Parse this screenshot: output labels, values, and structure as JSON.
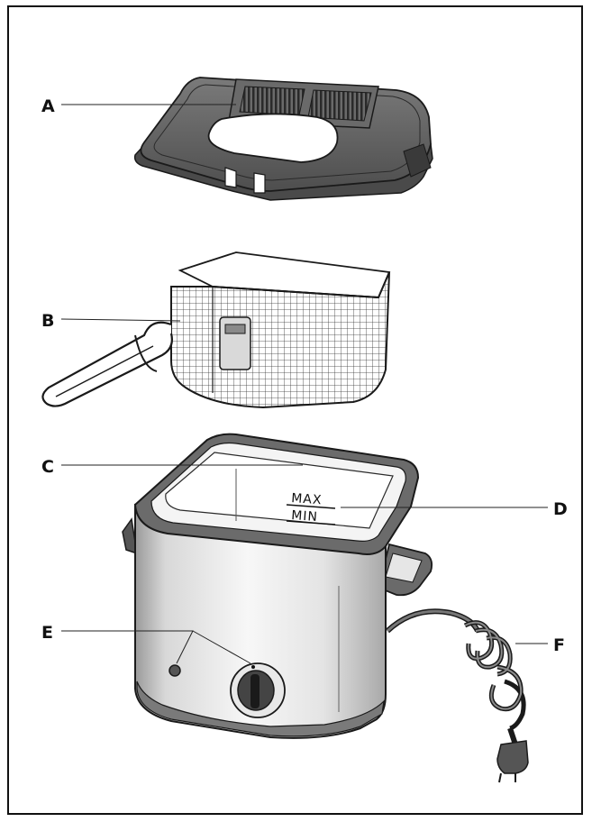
{
  "callouts": {
    "a": "A",
    "b": "B",
    "c": "C",
    "d": "D",
    "e": "E",
    "f": "F"
  },
  "scale_marks": {
    "max": "MAX",
    "min": "MIN"
  },
  "colors": {
    "outline": "#1a1a1a",
    "lid_dark": "#5a5a5a",
    "lid_mid": "#8a8a8a",
    "body_light": "#f1f1f1",
    "body_shade": "#b9b9b9",
    "rim": "#6b6b6b"
  }
}
